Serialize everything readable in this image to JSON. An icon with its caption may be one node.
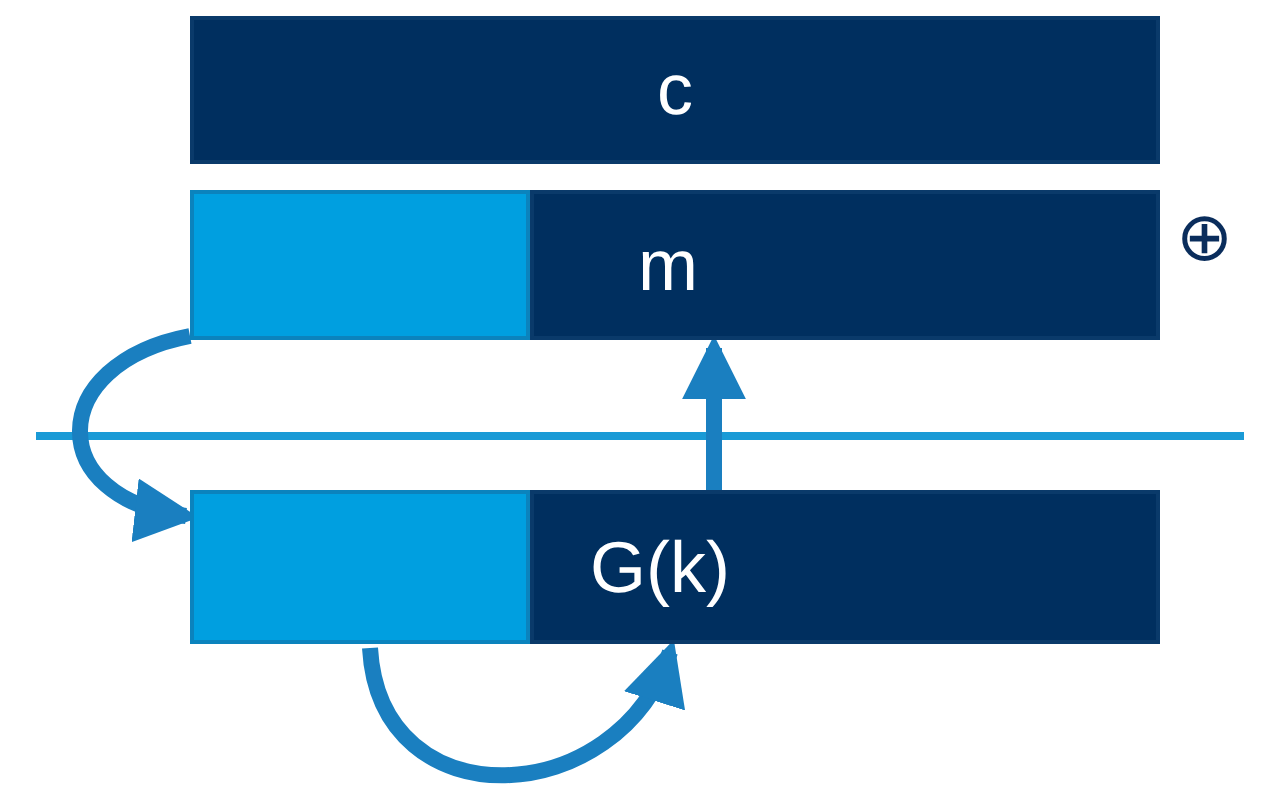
{
  "diagram": {
    "nodes": [
      {
        "text": [
          "c"
        ]
      },
      {
        "text": [],
        "shape": "box"
      },
      {
        "text": [
          "m"
        ]
      },
      {
        "text": [],
        "shape": "box"
      },
      {
        "text": [
          "G(k)"
        ]
      }
    ],
    "edges": [
      {
        "from": 1,
        "to": 3,
        "arrow": "to"
      },
      {
        "from": 4,
        "to": 2,
        "arrow": "to"
      },
      {
        "from": 3,
        "to": 4,
        "arrow": "to"
      }
    ],
    "labels": [
      "⊕"
    ]
  }
}
